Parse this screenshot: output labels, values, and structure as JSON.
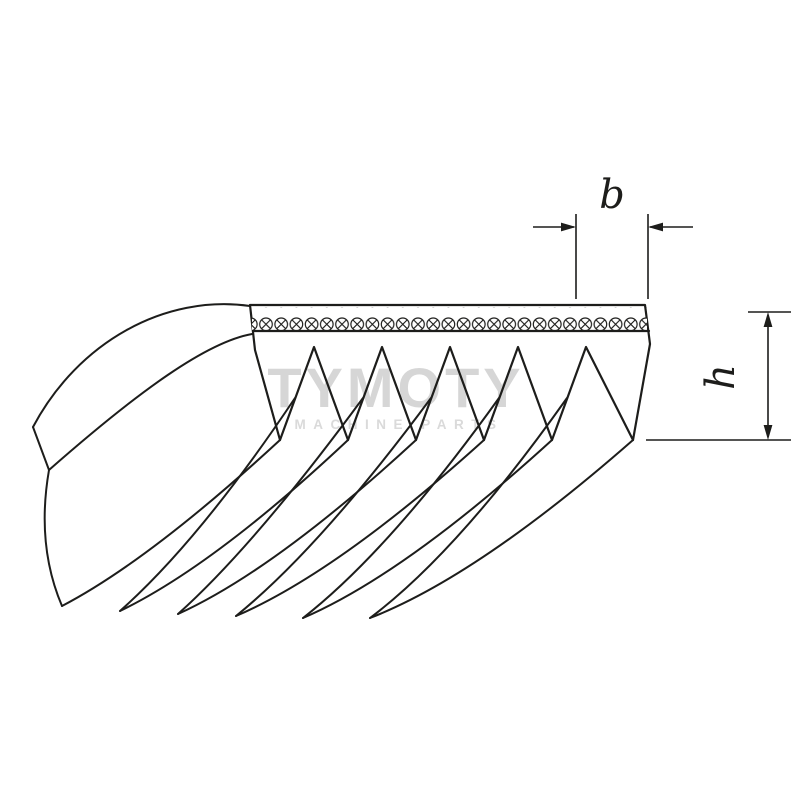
{
  "canvas": {
    "background": "#ffffff"
  },
  "diagram": {
    "type": "technical-line-drawing",
    "subject": "Poly-V multi-ribbed belt, perspective view with cross-section",
    "line_color": "#1d1d1b",
    "rib_count": 6,
    "groove_count": 5,
    "cord_symbol": "circled-x tension-cord pattern",
    "dimensions": {
      "width_label": "b",
      "height_label": "h"
    },
    "watermark": {
      "brand": "TYMOTY",
      "tagline": "MACHINE PARTS",
      "brand_color": "#d2d2d2",
      "tagline_color": "#dadada"
    }
  }
}
